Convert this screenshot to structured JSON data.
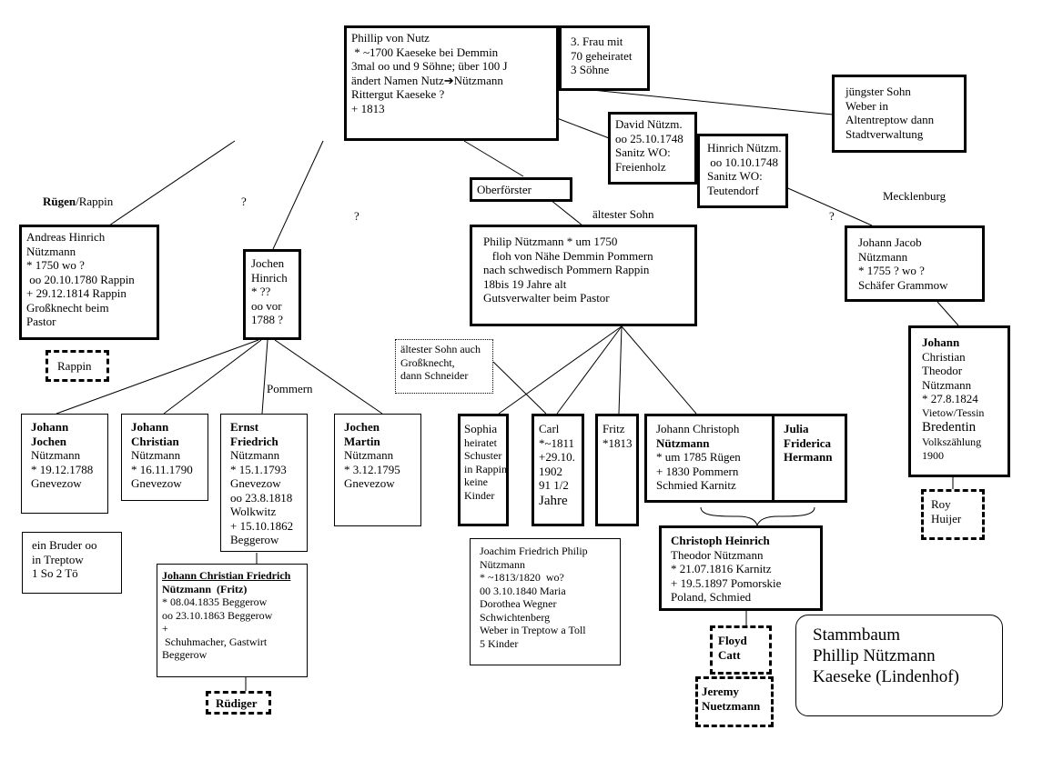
{
  "title": [
    "Stammbaum",
    "Phillip Nützmann",
    "Kaeseke (Lindenhof)"
  ],
  "root": [
    "Phillip von Nutz",
    " * ~1700 Kaeseke bei Demmin",
    "3mal oo und 9 Söhne; über 100 J",
    "ändert Namen Nutz➔Nützmann",
    "Rittergut Kaeseke ?",
    "+ 1813"
  ],
  "frau": [
    "3. Frau mit",
    "70 geheiratet",
    "3 Söhne"
  ],
  "juengster": [
    "jüngster Sohn",
    "Weber in",
    "Altentreptow dann",
    "Stadtverwaltung"
  ],
  "david": [
    "David Nützm.",
    "oo 25.10.1748",
    "Sanitz WO:",
    "Freienholz"
  ],
  "hinrich": [
    "Hinrich Nützm.",
    " oo 10.10.1748",
    "Sanitz WO:",
    "Teutendorf"
  ],
  "oberfoerster": "Oberförster",
  "labels": {
    "ruegen": "Rügen",
    "rappin_suffix": "/Rappin",
    "q1": "?",
    "q2": "?",
    "q3": "?",
    "aeltester": "ältester Sohn",
    "mecklenburg": "Mecklenburg",
    "pommern": "Pommern"
  },
  "andreas": [
    "Andreas Hinrich",
    "Nützmann",
    "* 1750 wo ?",
    " oo 20.10.1780 Rappin",
    "+ 29.12.1814 Rappin",
    "Großknecht beim",
    "Pastor"
  ],
  "rappin": "Rappin",
  "jochen_hinrich": [
    "Jochen",
    "Hinrich",
    "* ??",
    "oo vor",
    "1788 ?"
  ],
  "philip": [
    "Philip Nützmann * um 1750",
    "   floh von Nähe Demmin Pommern",
    "nach schwedisch Pommern Rappin",
    "18bis 19 Jahre alt",
    "Gutsverwalter beim Pastor"
  ],
  "johann_jacob": [
    "Johann Jacob",
    "Nützmann",
    "* 1755 ? wo ?",
    "Schäfer Grammow"
  ],
  "aeltester_note": [
    "ältester Sohn auch",
    "Großknecht,",
    "dann Schneider"
  ],
  "johann_jochen": [
    "Johann",
    "Jochen",
    "Nützmann",
    "* 19.12.1788",
    "Gnevezow"
  ],
  "johann_christian": [
    "Johann",
    "Christian",
    "Nützmann",
    "* 16.11.1790",
    "Gnevezow"
  ],
  "ernst": [
    "Ernst",
    "Friedrich",
    "Nützmann",
    "* 15.1.1793",
    "Gnevezow",
    "oo 23.8.1818",
    "Wolkwitz",
    "+ 15.10.1862",
    "Beggerow"
  ],
  "jochen_martin": [
    "Jochen",
    "Martin",
    "Nützmann",
    "* 3.12.1795",
    "Gnevezow"
  ],
  "sophia": [
    "Sophia",
    "heiratet",
    "Schuster",
    "in Rappin",
    "keine",
    "Kinder"
  ],
  "carl": [
    "Carl",
    "*~1811",
    "+29.10.",
    "1902",
    "91 1/2",
    "Jahre"
  ],
  "fritz": [
    "Fritz",
    "*1813"
  ],
  "johann_christoph": [
    "Johann Christoph",
    "Nützmann",
    "* um 1785 Rügen",
    "+ 1830 Pommern",
    "Schmied Karnitz"
  ],
  "julia": [
    "Julia",
    "Friderica",
    "Hermann"
  ],
  "johann_ct": [
    "Johann",
    "Christian",
    "Theodor",
    "Nützmann",
    "* 27.8.1824",
    "Vietow/Tessin",
    "Bredentin",
    "Volkszählung",
    "1900"
  ],
  "roy": [
    "Roy",
    "Huijer"
  ],
  "bruder": [
    "ein Bruder oo",
    "in Treptow",
    "1 So 2 Tö"
  ],
  "jcf": [
    "Johann Christian Friedrich",
    "Nützmann  (Fritz)",
    "* 08.04.1835 Beggerow",
    "oo 23.10.1863 Beggerow",
    "+",
    " Schuhmacher, Gastwirt",
    "Beggerow"
  ],
  "ruediger": "Rüdiger",
  "joachim": [
    "Joachim Friedrich Philip",
    "Nützmann",
    "* ~1813/1820  wo?",
    "00 3.10.1840 Maria",
    "Dorothea Wegner",
    "Schwichtenberg",
    "Weber in Treptow a Toll",
    "5 Kinder"
  ],
  "christoph_heinrich": [
    "Christoph Heinrich",
    "Theodor Nützmann",
    "* 21.07.1816 Karnitz",
    "+ 19.5.1897 Pomorskie",
    "Poland, Schmied"
  ],
  "floyd": [
    "Floyd",
    "Catt"
  ],
  "jeremy": [
    "Jeremy",
    "Nuetzmann"
  ]
}
